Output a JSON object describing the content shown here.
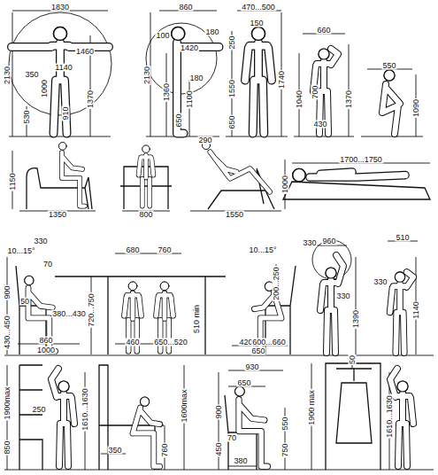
{
  "diagram": {
    "labels": [
      "1830",
      "2130",
      "1460",
      "1140",
      "350",
      "1000",
      "530",
      "910",
      "1370",
      "860",
      "2130",
      "100",
      "1420",
      "180",
      "1360",
      "180",
      "1100",
      "650",
      "290",
      "470...500",
      "150",
      "250",
      "1740",
      "1550",
      "650",
      "660",
      "1040",
      "1370",
      "700",
      "430",
      "550",
      "1090",
      "1150",
      "1350",
      "800",
      "1000",
      "1550",
      "1700...1750",
      "10...15°",
      "330",
      "70",
      "900",
      "50",
      "430...450",
      "380...430",
      "720...750",
      "860",
      "1000",
      "680",
      "760",
      "460",
      "650...520",
      "510 min",
      "10...15°",
      "200...250",
      "420",
      "600...660",
      "650",
      "330",
      "960",
      "330",
      "1390",
      "510",
      "330",
      "1140",
      "1900max",
      "850",
      "250",
      "1610...1630",
      "350",
      "760",
      "1600max",
      "930",
      "650",
      "900",
      "450",
      "70",
      "380",
      "550",
      "750",
      "50",
      "1900 max",
      "1610...1630"
    ]
  }
}
